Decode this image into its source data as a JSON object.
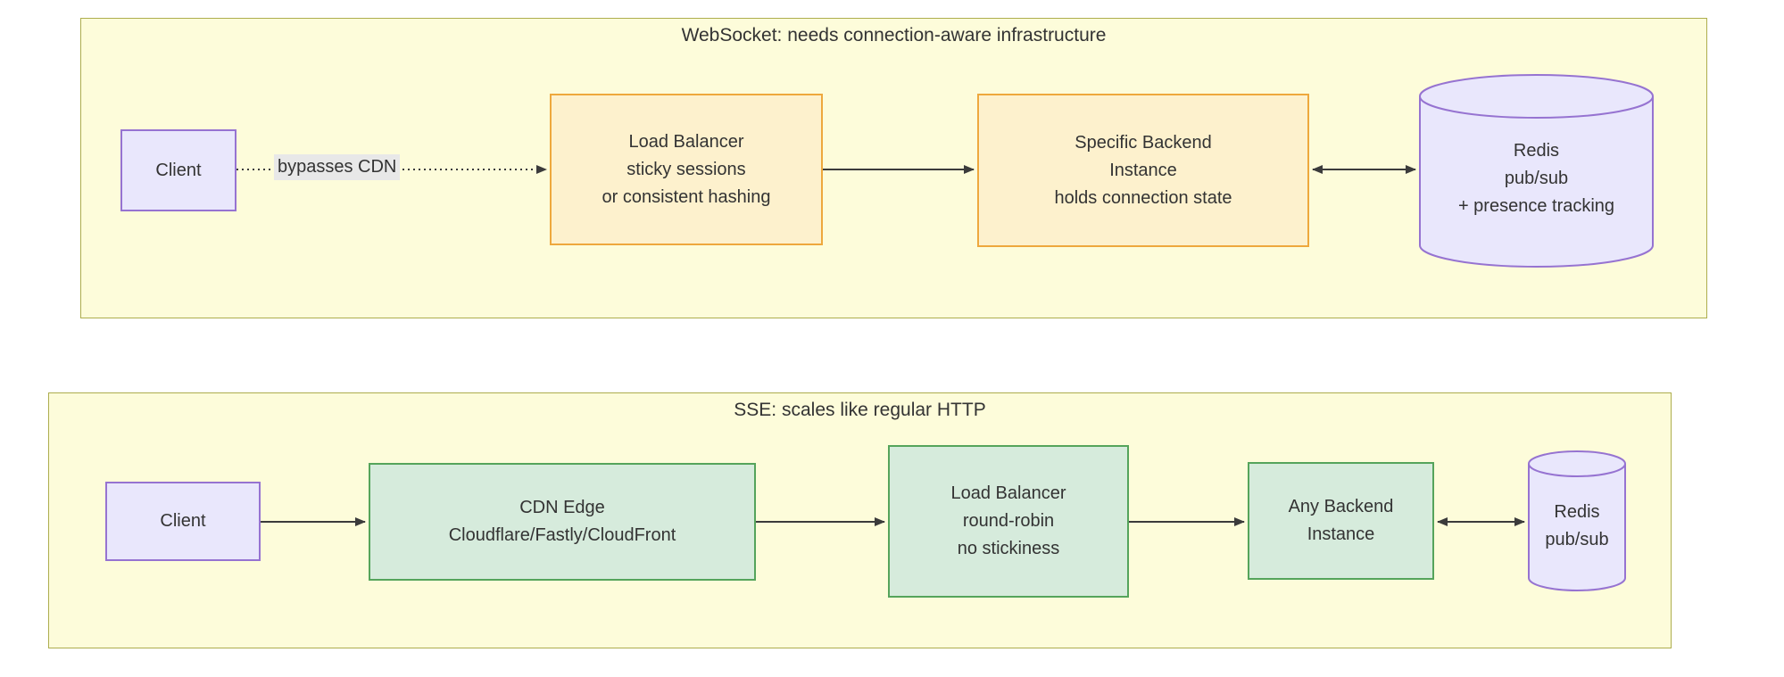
{
  "colors": {
    "section_bg": "#fdfcda",
    "section_border": "#adad4d",
    "client_fill": "#e9e7fc",
    "client_border": "#9673d1",
    "orange_fill": "#fdf1cd",
    "orange_border": "#eea83d",
    "green_fill": "#d6ebdc",
    "green_border": "#55a45b",
    "cylinder_fill": "#e9e7fc",
    "cylinder_border": "#9673d1",
    "edge_label_bg": "#e8e8e8",
    "arrow": "#3b3b3b",
    "text": "#333333"
  },
  "websocket": {
    "title": "WebSocket: needs connection-aware infrastructure",
    "client": "Client",
    "edge_label": "bypasses CDN",
    "load_balancer": "Load Balancer\nsticky sessions\nor consistent hashing",
    "backend": "Specific Backend\nInstance\nholds connection state",
    "redis": "Redis\npub/sub\n+ presence tracking"
  },
  "sse": {
    "title": "SSE: scales like regular HTTP",
    "client": "Client",
    "cdn": "CDN Edge\nCloudflare/Fastly/CloudFront",
    "load_balancer": "Load Balancer\nround-robin\nno stickiness",
    "backend": "Any Backend\nInstance",
    "redis": "Redis\npub/sub"
  }
}
